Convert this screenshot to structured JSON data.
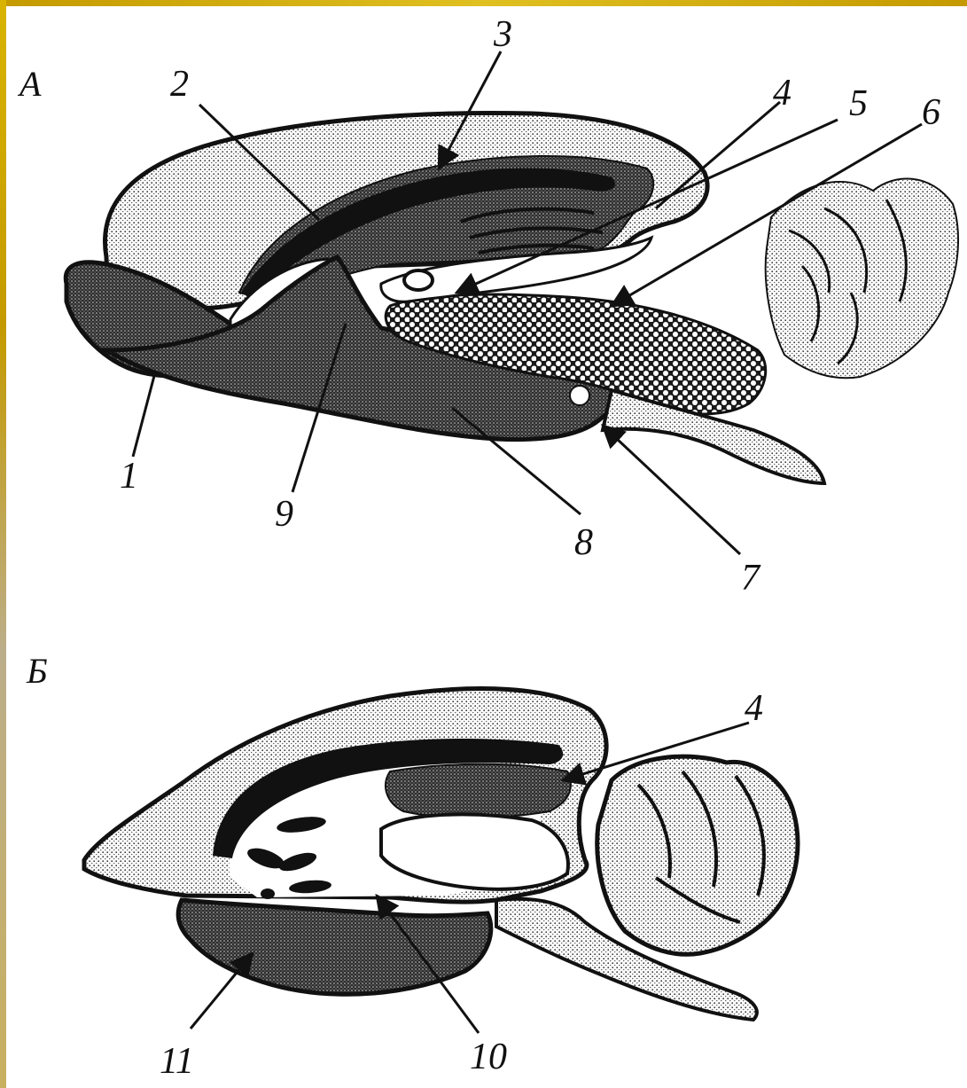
{
  "panels": [
    {
      "id": "A",
      "letter": "А",
      "labels": [
        "1",
        "2",
        "3",
        "4",
        "5",
        "6",
        "7",
        "8",
        "9"
      ]
    },
    {
      "id": "B",
      "letter": "Б",
      "labels": [
        "4",
        "10",
        "11"
      ]
    }
  ],
  "colors": {
    "outline": "#111111",
    "frame": "#d0a800",
    "shaded": "#555555",
    "dotted": "#222222"
  }
}
